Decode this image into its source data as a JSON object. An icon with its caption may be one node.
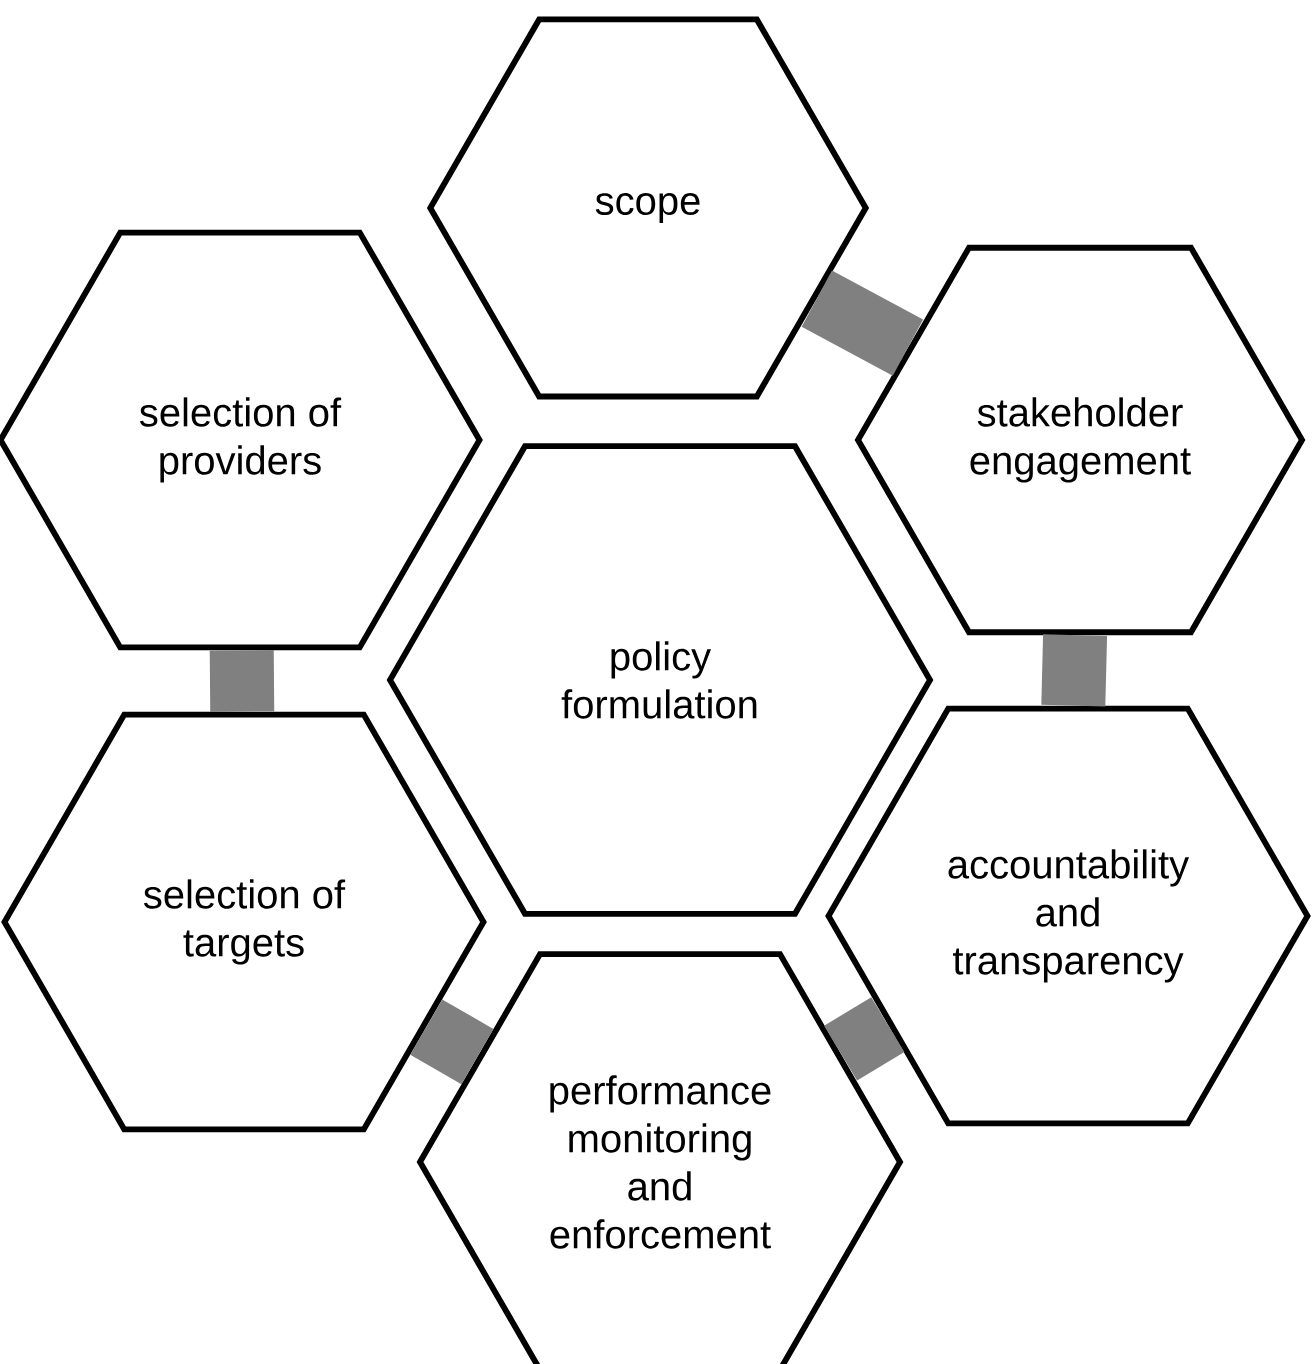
{
  "diagram": {
    "nodes": [
      {
        "text": [
          "policy formulation"
        ]
      },
      {
        "text": [
          "scope"
        ]
      },
      {
        "text": [
          "stakeholder engagement"
        ]
      },
      {
        "text": [
          "accountability and transparency"
        ]
      },
      {
        "text": [
          "performance monitoring and enforcement"
        ]
      },
      {
        "text": [
          "selection of targets"
        ]
      },
      {
        "text": [
          "selection of providers"
        ]
      }
    ],
    "edges": [
      {
        "from": 1,
        "to": 2,
        "arrow": "none"
      },
      {
        "from": 2,
        "to": 3,
        "arrow": "none"
      },
      {
        "from": 3,
        "to": 4,
        "arrow": "none"
      },
      {
        "from": 4,
        "to": 5,
        "arrow": "none"
      },
      {
        "from": 5,
        "to": 6,
        "arrow": "none"
      }
    ]
  }
}
